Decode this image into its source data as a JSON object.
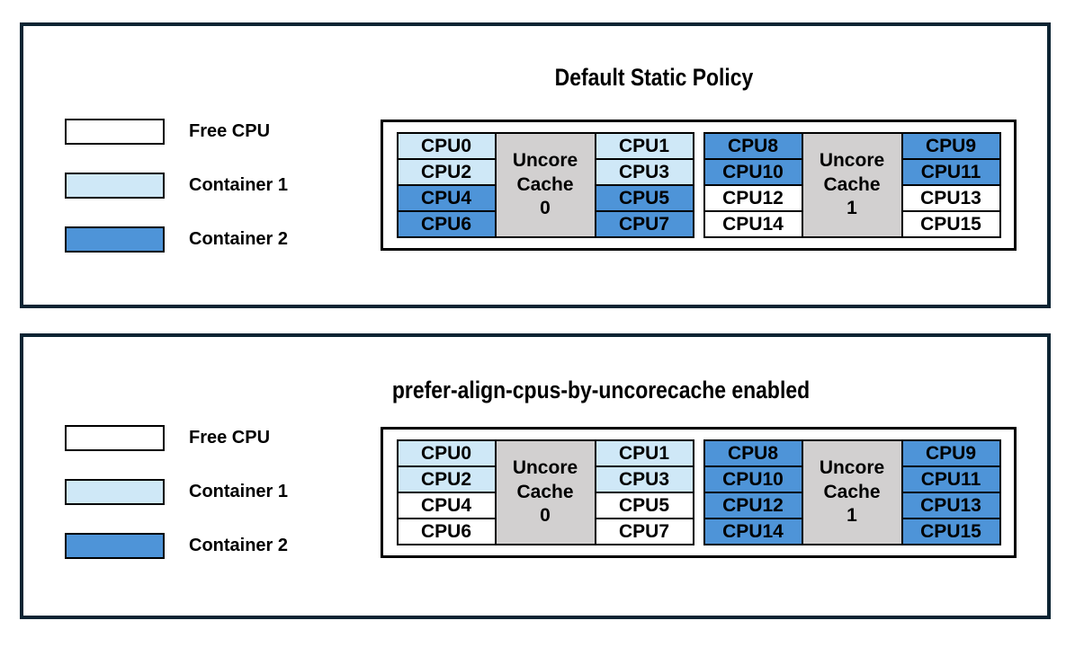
{
  "colors": {
    "free": "#ffffff",
    "container1": "#cfe8f7",
    "container2": "#4e94d8",
    "uncore_cache_fill": "#d2d0d0",
    "panel_border": "#0c2433"
  },
  "panels": [
    {
      "title": "Default Static Policy",
      "legend": [
        {
          "label": "Free CPU",
          "state": "free"
        },
        {
          "label": "Container 1",
          "state": "container1"
        },
        {
          "label": "Container 2",
          "state": "container2"
        }
      ],
      "groups": [
        {
          "uncore_label": [
            "Uncore",
            "Cache",
            "0"
          ],
          "left_cpus": [
            {
              "label": "CPU0",
              "state": "container1"
            },
            {
              "label": "CPU2",
              "state": "container1"
            },
            {
              "label": "CPU4",
              "state": "container2"
            },
            {
              "label": "CPU6",
              "state": "container2"
            }
          ],
          "right_cpus": [
            {
              "label": "CPU1",
              "state": "container1"
            },
            {
              "label": "CPU3",
              "state": "container1"
            },
            {
              "label": "CPU5",
              "state": "container2"
            },
            {
              "label": "CPU7",
              "state": "container2"
            }
          ]
        },
        {
          "uncore_label": [
            "Uncore",
            "Cache",
            "1"
          ],
          "left_cpus": [
            {
              "label": "CPU8",
              "state": "container2"
            },
            {
              "label": "CPU10",
              "state": "container2"
            },
            {
              "label": "CPU12",
              "state": "free"
            },
            {
              "label": "CPU14",
              "state": "free"
            }
          ],
          "right_cpus": [
            {
              "label": "CPU9",
              "state": "container2"
            },
            {
              "label": "CPU11",
              "state": "container2"
            },
            {
              "label": "CPU13",
              "state": "free"
            },
            {
              "label": "CPU15",
              "state": "free"
            }
          ]
        }
      ]
    },
    {
      "title": "prefer-align-cpus-by-uncorecache enabled",
      "legend": [
        {
          "label": "Free CPU",
          "state": "free"
        },
        {
          "label": "Container 1",
          "state": "container1"
        },
        {
          "label": "Container 2",
          "state": "container2"
        }
      ],
      "groups": [
        {
          "uncore_label": [
            "Uncore",
            "Cache",
            "0"
          ],
          "left_cpus": [
            {
              "label": "CPU0",
              "state": "container1"
            },
            {
              "label": "CPU2",
              "state": "container1"
            },
            {
              "label": "CPU4",
              "state": "free"
            },
            {
              "label": "CPU6",
              "state": "free"
            }
          ],
          "right_cpus": [
            {
              "label": "CPU1",
              "state": "container1"
            },
            {
              "label": "CPU3",
              "state": "container1"
            },
            {
              "label": "CPU5",
              "state": "free"
            },
            {
              "label": "CPU7",
              "state": "free"
            }
          ]
        },
        {
          "uncore_label": [
            "Uncore",
            "Cache",
            "1"
          ],
          "left_cpus": [
            {
              "label": "CPU8",
              "state": "container2"
            },
            {
              "label": "CPU10",
              "state": "container2"
            },
            {
              "label": "CPU12",
              "state": "container2"
            },
            {
              "label": "CPU14",
              "state": "container2"
            }
          ],
          "right_cpus": [
            {
              "label": "CPU9",
              "state": "container2"
            },
            {
              "label": "CPU11",
              "state": "container2"
            },
            {
              "label": "CPU13",
              "state": "container2"
            },
            {
              "label": "CPU15",
              "state": "container2"
            }
          ]
        }
      ]
    }
  ]
}
